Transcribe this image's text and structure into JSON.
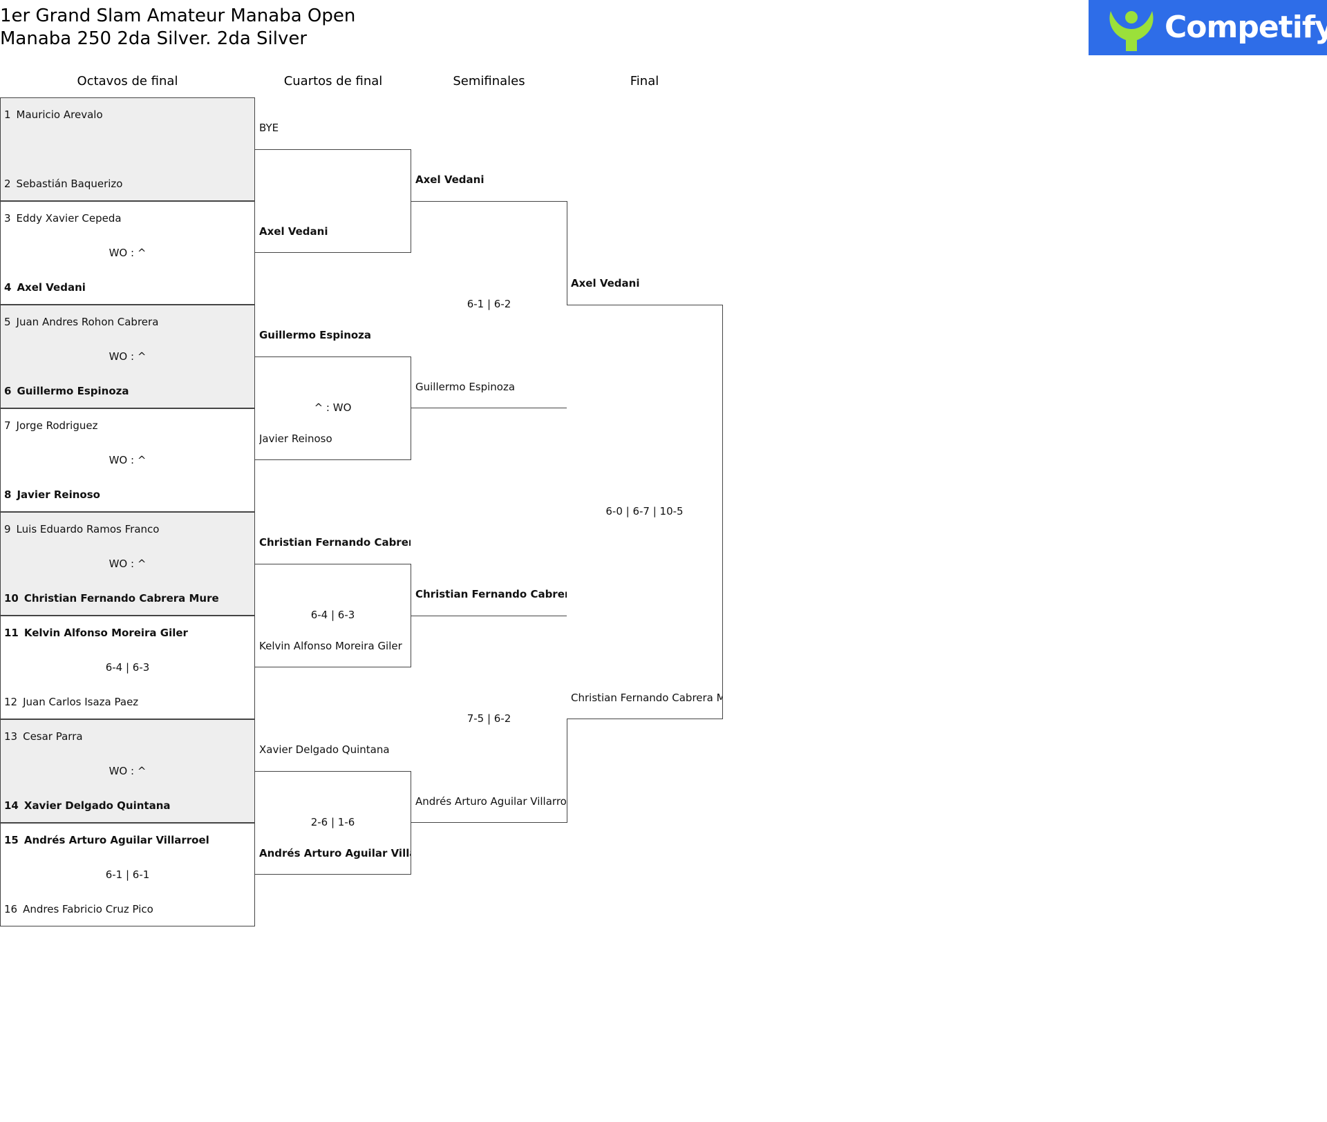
{
  "header": {
    "title": "1er Grand Slam Amateur Manaba Open",
    "subtitle": "Manaba 250 2da Silver. 2da Silver",
    "logo_text": "Competify",
    "logo_color": "#2e6de8",
    "logo_icon": "person-figure-icon"
  },
  "rounds": [
    "Octavos de final",
    "Cuartos de final",
    "Semifinales",
    "Final"
  ],
  "octavos": [
    {
      "top_seed": "1",
      "top": "Mauricio Arevalo",
      "bottom_seed": "2",
      "bottom": "Sebastián Baquerizo",
      "score": "",
      "winner": "none"
    },
    {
      "top_seed": "3",
      "top": "Eddy Xavier Cepeda",
      "bottom_seed": "4",
      "bottom": "Axel Vedani",
      "score": "WO : ^",
      "winner": "bottom"
    },
    {
      "top_seed": "5",
      "top": "Juan Andres Rohon Cabrera",
      "bottom_seed": "6",
      "bottom": "Guillermo Espinoza",
      "score": "WO : ^",
      "winner": "bottom"
    },
    {
      "top_seed": "7",
      "top": "Jorge Rodriguez",
      "bottom_seed": "8",
      "bottom": "Javier Reinoso",
      "score": "WO : ^",
      "winner": "bottom"
    },
    {
      "top_seed": "9",
      "top": "Luis Eduardo Ramos Franco",
      "bottom_seed": "10",
      "bottom": "Christian Fernando Cabrera Mure",
      "score": "WO : ^",
      "winner": "bottom"
    },
    {
      "top_seed": "11",
      "top": "Kelvin Alfonso Moreira Giler",
      "bottom_seed": "12",
      "bottom": "Juan Carlos Isaza Paez",
      "score": "6-4 | 6-3",
      "winner": "top"
    },
    {
      "top_seed": "13",
      "top": "Cesar Parra",
      "bottom_seed": "14",
      "bottom": "Xavier Delgado Quintana",
      "score": "WO : ^",
      "winner": "bottom"
    },
    {
      "top_seed": "15",
      "top": "Andrés Arturo Aguilar Villarroel",
      "bottom_seed": "16",
      "bottom": "Andres Fabricio Cruz Pico",
      "score": "6-1 | 6-1",
      "winner": "top"
    }
  ],
  "cuartos": [
    {
      "top": "BYE",
      "bottom": "Axel Vedani",
      "score": "",
      "winner": "bottom"
    },
    {
      "top": "Guillermo Espinoza",
      "bottom": "Javier Reinoso",
      "score": "^ : WO",
      "winner": "top"
    },
    {
      "top": "Christian Fernando Cabrera Mure",
      "bottom": "Kelvin Alfonso Moreira Giler",
      "score": "6-4 | 6-3",
      "winner": "top"
    },
    {
      "top": "Xavier Delgado Quintana",
      "bottom": "Andrés Arturo Aguilar Villarroel",
      "score": "2-6 | 1-6",
      "winner": "bottom"
    }
  ],
  "semis": [
    {
      "top": "Axel Vedani",
      "bottom": "Guillermo Espinoza",
      "score": "6-1 | 6-2",
      "winner": "top"
    },
    {
      "top": "Christian Fernando Cabrera Mure",
      "bottom": "Andrés Arturo Aguilar Villarroel",
      "score": "7-5 | 6-2",
      "winner": "top"
    }
  ],
  "final": {
    "top": "Axel Vedani",
    "bottom": "Christian Fernando Cabrera Mure",
    "score": "6-0 | 6-7 | 10-5",
    "winner": "top"
  }
}
